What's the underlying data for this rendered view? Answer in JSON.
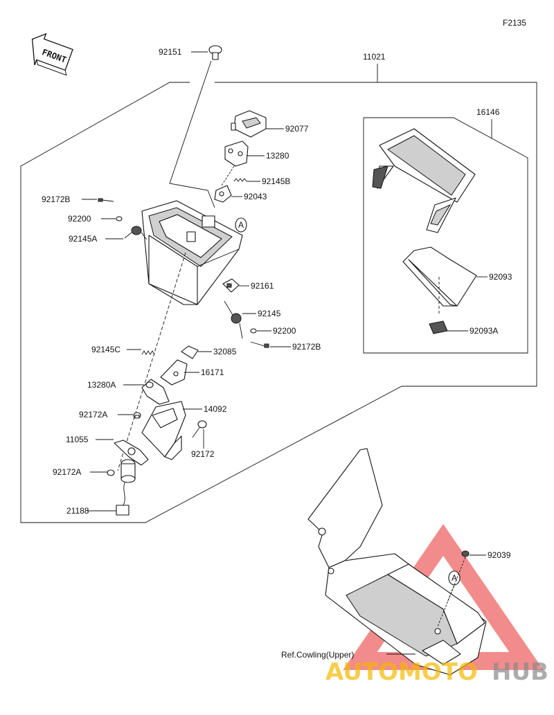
{
  "figure_code": "F2135",
  "front_marker": "FRONT",
  "callout_letter": "A",
  "reference_label": "Ref.Cowling(Upper)",
  "watermark": {
    "text_a": "AUTOMOTO",
    "text_b": "HUB",
    "color_a": "#f5b800",
    "color_b": "#8a8a8a",
    "triangle_color": "#e83030"
  },
  "parts": {
    "p92151": "92151",
    "p11021": "11021",
    "p16146": "16146",
    "p92077": "92077",
    "p13280": "13280",
    "p92145B": "92145B",
    "p92043": "92043",
    "p92172B_top": "92172B",
    "p92200_top": "92200",
    "p92145A": "92145A",
    "p92161": "92161",
    "p92145": "92145",
    "p92200_bot": "92200",
    "p92172B_bot": "92172B",
    "p92093": "92093",
    "p92093A": "92093A",
    "p92145C": "92145C",
    "p32085": "32085",
    "p16171": "16171",
    "p13280A": "13280A",
    "p14092": "14092",
    "p92172A_top": "92172A",
    "p92172": "92172",
    "p11055": "11055",
    "p92172A_bot": "92172A",
    "p21188": "21188",
    "p92039": "92039"
  }
}
